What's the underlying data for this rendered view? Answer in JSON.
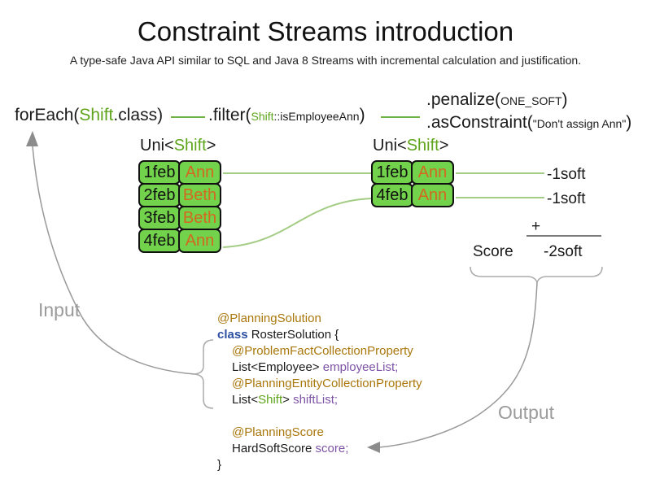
{
  "title": "Constraint Streams introduction",
  "subtitle": "A type-safe Java API similar to SQL and Java 8 Streams with incremental calculation and justification.",
  "pipeline": {
    "foreach": {
      "pre": "forEach(",
      "type": "Shift",
      "post": ".class)"
    },
    "filter": {
      "pre": ".filter(",
      "type": "Shift",
      "method": "::isEmployeeAnn",
      "post": ")"
    },
    "penalize": {
      "pre": ".penalize(",
      "arg": "ONE_SOFT",
      "post": ")"
    },
    "as_constraint": {
      "pre": ".asConstraint(",
      "arg": "\"Don't assign Ann\"",
      "post": ")"
    }
  },
  "streams": {
    "left": {
      "label": {
        "pre": "Uni<",
        "type": "Shift",
        "post": ">"
      },
      "rows": [
        {
          "date": "1feb",
          "employee": "Ann"
        },
        {
          "date": "2feb",
          "employee": "Beth"
        },
        {
          "date": "3feb",
          "employee": "Beth"
        },
        {
          "date": "4feb",
          "employee": "Ann"
        }
      ]
    },
    "right": {
      "label": {
        "pre": "Uni<",
        "type": "Shift",
        "post": ">"
      },
      "rows": [
        {
          "date": "1feb",
          "employee": "Ann"
        },
        {
          "date": "4feb",
          "employee": "Ann"
        }
      ]
    }
  },
  "score_panel": {
    "match_scores": [
      "-1soft",
      "-1soft"
    ],
    "plus": "+",
    "label": "Score",
    "total": "-2soft"
  },
  "flow_labels": {
    "input": "Input",
    "output": "Output"
  },
  "code": {
    "annotation_solution": "@PlanningSolution",
    "class_keyword": "class",
    "class_decl": " RosterSolution {",
    "annotation_problem_fact": "@ProblemFactCollectionProperty",
    "employee_list_type": "List<Employee> ",
    "employee_list_field": "employeeList;",
    "annotation_planning_entity": "@PlanningEntityCollectionProperty",
    "shift_list_pre": "List<",
    "shift_list_type": "Shift",
    "shift_list_mid": "> ",
    "shift_list_field": "shiftList;",
    "annotation_score": "@PlanningScore",
    "score_type": "HardSoftScore ",
    "score_field": "score;",
    "closing_brace": "}"
  },
  "colors": {
    "green_text": "#5ea51c",
    "green_cell_fill": "#72d24b",
    "green_connector": "#a3cc84",
    "green_dash": "#6fb244",
    "employee_orange": "#d2691e",
    "annotation_gold": "#a9770b",
    "field_purple": "#7d53a5",
    "keyword_blue": "#2d4fa1",
    "flow_gray": "#9b9b9b"
  }
}
